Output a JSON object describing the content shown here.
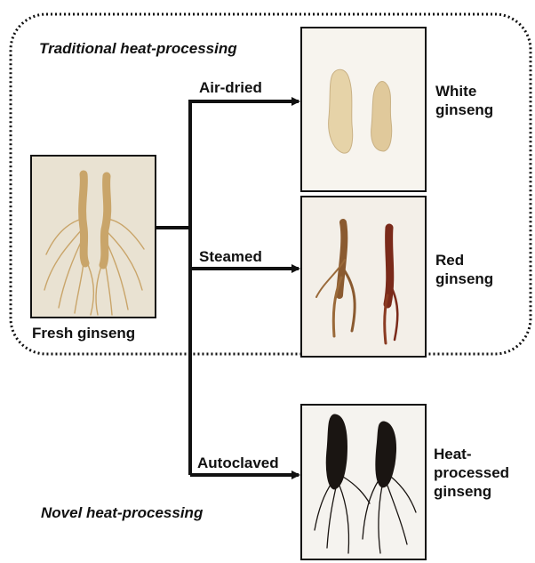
{
  "groups": {
    "traditional": "Traditional heat-processing",
    "novel": "Novel heat-processing"
  },
  "source": {
    "label": "Fresh ginseng"
  },
  "processes": [
    {
      "method": "Air-dried",
      "product": "White\nginseng"
    },
    {
      "method": "Steamed",
      "product": "Red\nginseng"
    },
    {
      "method": "Autoclaved",
      "product": "Heat-\nprocessed\nginseng"
    }
  ],
  "colors": {
    "fresh": "#c9a56a",
    "white": "#e6d3a8",
    "red": "#8a3b22",
    "heat": "#1a1512"
  }
}
